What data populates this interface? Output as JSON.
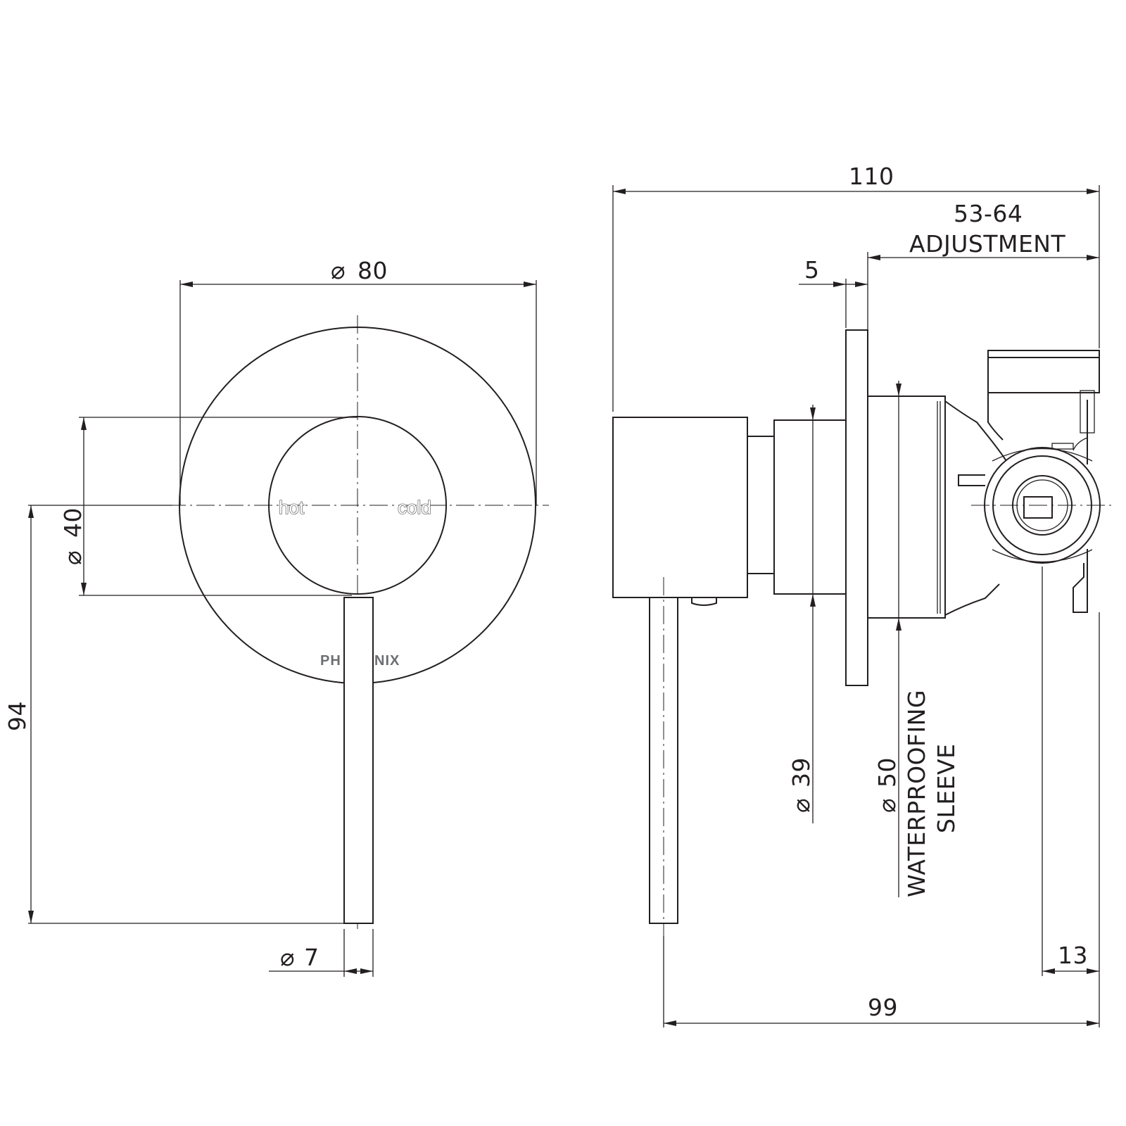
{
  "front_view": {
    "plate_diameter": "80",
    "handle_diameter": "40",
    "lever_length": "94",
    "lever_diameter": "7",
    "label_hot": "hot",
    "label_cold": "cold",
    "brand_left": "PH",
    "brand_right": "NIX"
  },
  "side_view": {
    "overall_depth": "110",
    "adjustment_range": "53-64",
    "adjustment_label": "ADJUSTMENT",
    "plate_thickness": "5",
    "body_diameter": "39",
    "sleeve_diameter": "50",
    "sleeve_label_1": "WATERPROOFING",
    "sleeve_label_2": "SLEEVE",
    "inlet_offset": "13",
    "lever_to_back": "99"
  },
  "symbols": {
    "diameter": "⌀"
  },
  "colors": {
    "line": "#231f20",
    "engraving": "#6d6e71"
  }
}
